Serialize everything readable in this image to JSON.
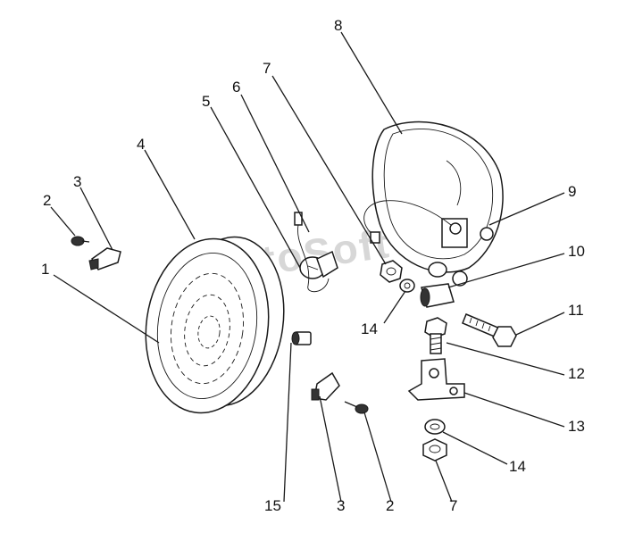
{
  "watermark": "AutoSoft",
  "callouts": {
    "c1": "1",
    "c2a": "2",
    "c3a": "3",
    "c4": "4",
    "c5": "5",
    "c6": "6",
    "c7a": "7",
    "c8": "8",
    "c9": "9",
    "c10": "10",
    "c11": "11",
    "c12": "12",
    "c13": "13",
    "c14a": "14",
    "c14b": "14",
    "c7b": "7",
    "c15": "15",
    "c3b": "3",
    "c2b": "2"
  }
}
